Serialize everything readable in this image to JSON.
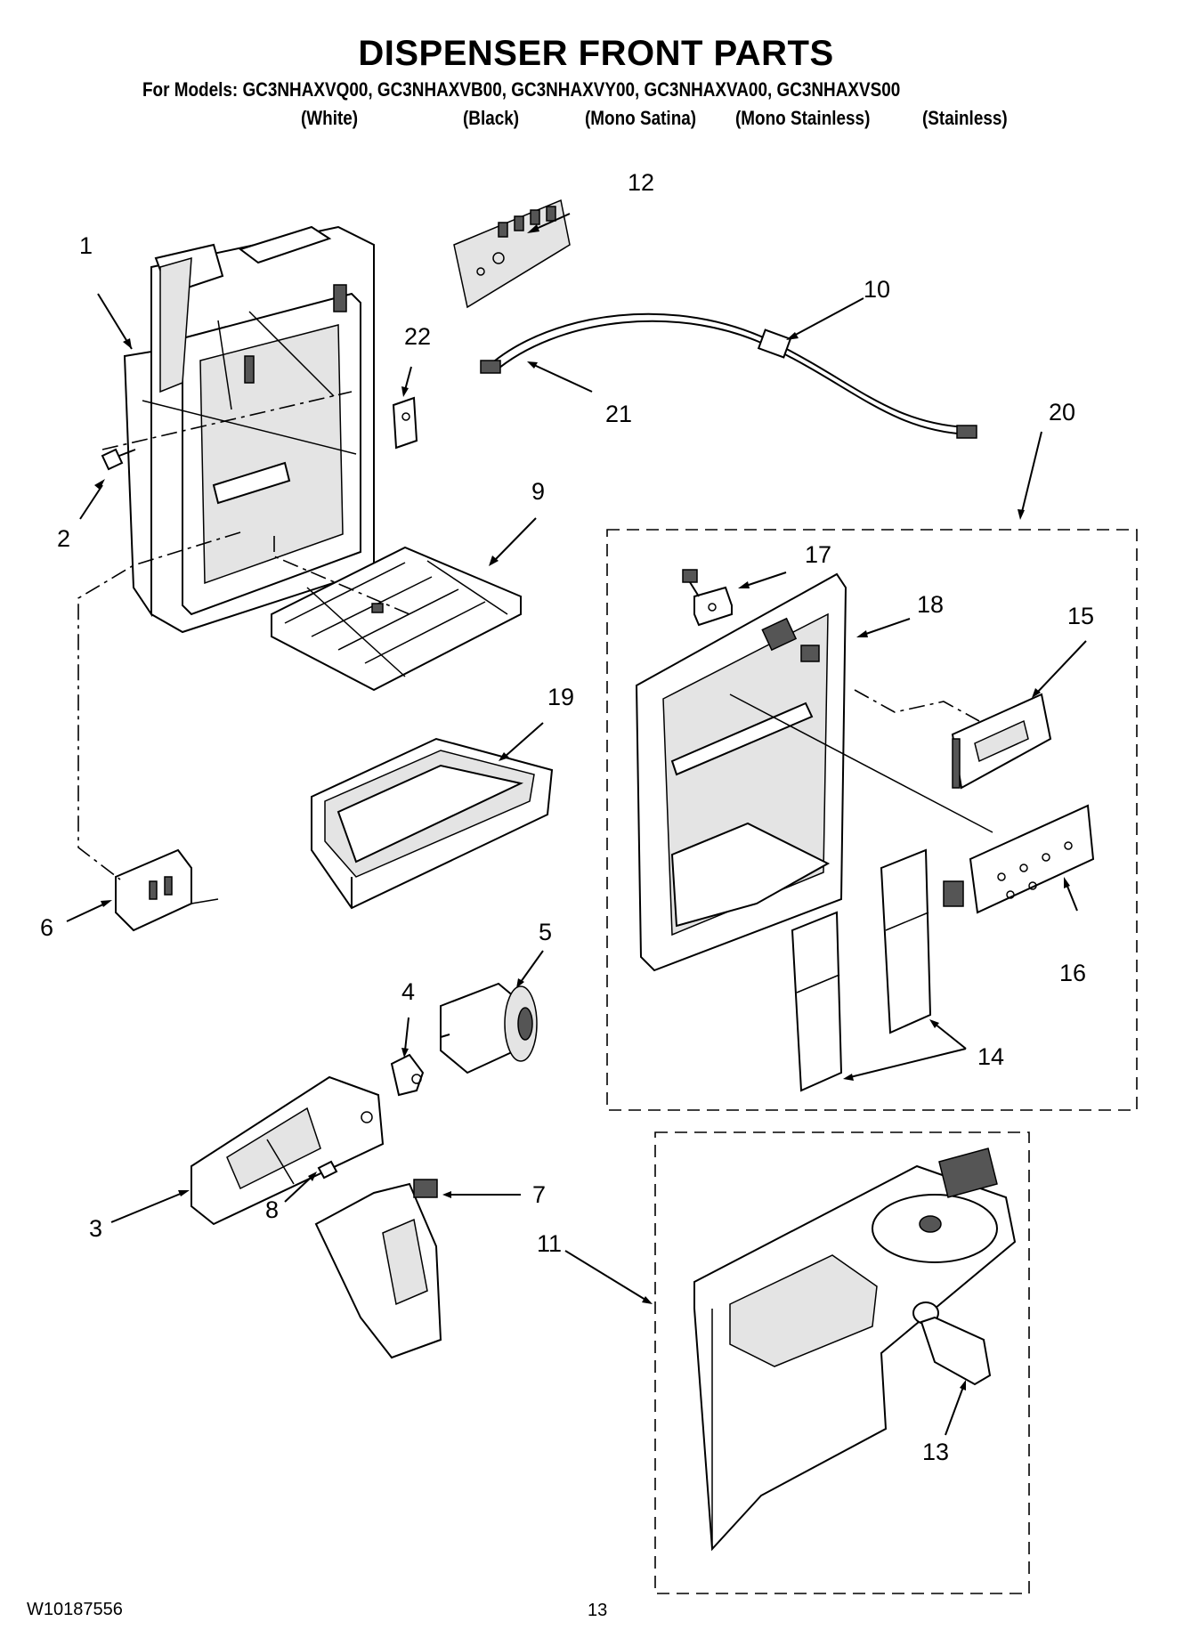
{
  "header": {
    "title": "DISPENSER FRONT PARTS",
    "models_line": "For Models: GC3NHAXVQ00, GC3NHAXVB00, GC3NHAXVY00, GC3NHAXVA00, GC3NHAXVS00",
    "variants": [
      "(White)",
      "(Black)",
      "(Mono Satina)",
      "(Mono Stainless)",
      "(Stainless)"
    ]
  },
  "callouts": [
    "1",
    "2",
    "3",
    "4",
    "5",
    "6",
    "7",
    "8",
    "9",
    "10",
    "11",
    "12",
    "13",
    "14",
    "15",
    "16",
    "17",
    "18",
    "19",
    "20",
    "21",
    "22"
  ],
  "footer": {
    "doc_number": "W10187556",
    "page_number": "13"
  }
}
